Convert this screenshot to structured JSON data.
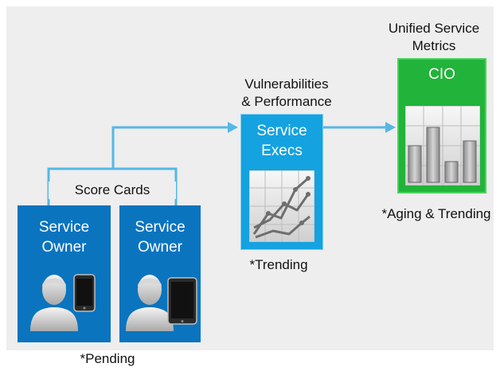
{
  "labels": {
    "score_cards": "Score Cards",
    "vulnerabilities": [
      "Vulnerabilities",
      "& Performance"
    ],
    "unified": [
      "Unified Service",
      "Metrics"
    ],
    "pending": "*Pending",
    "trending": "*Trending",
    "aging_trending": "*Aging & Trending"
  },
  "cards": {
    "owner_left": {
      "title": [
        "Service",
        "Owner"
      ],
      "device": "phone-icon"
    },
    "owner_right": {
      "title": [
        "Service",
        "Owner"
      ],
      "device": "tablet-icon"
    },
    "exec": {
      "title": [
        "Service",
        "Execs"
      ]
    },
    "cio": {
      "title": "CIO"
    }
  },
  "colors": {
    "owner_blue": "#0a74bf",
    "exec_blue": "#14a2e0",
    "cio_green": "#21b33a",
    "connector": "#55b7e6",
    "background": "#eeeeee"
  }
}
